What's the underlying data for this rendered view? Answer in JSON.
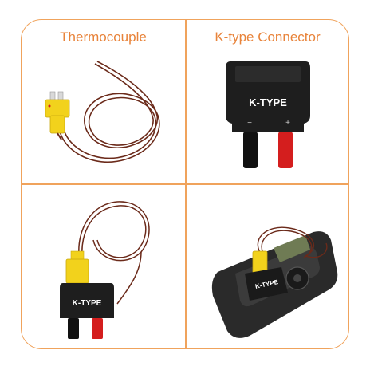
{
  "panels": [
    {
      "title": "Thermocouple",
      "image": "yellow-plug-thermocouple-wire"
    },
    {
      "title": "K-type Connector",
      "image": "k-type-adapter-black-red-pins",
      "label": "K-TYPE",
      "minus": "−",
      "plus": "+"
    },
    {
      "title": "",
      "image": "thermocouple-in-adapter",
      "label": "K-TYPE"
    },
    {
      "title": "",
      "image": "thermocouple-on-multimeter",
      "label": "K-TYPE"
    }
  ],
  "colors": {
    "border": "#f0a35c",
    "title": "#e8833a",
    "plug": "#f2d21c",
    "wire": "#6b2a1a",
    "adapter": "#1e1e1e",
    "red_pin": "#d41e1e"
  }
}
